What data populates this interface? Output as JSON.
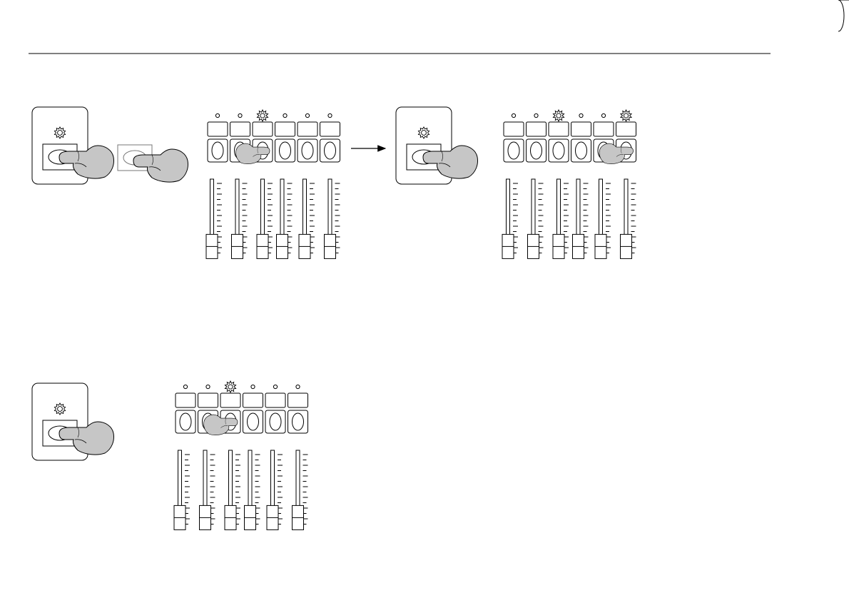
{
  "colors": {
    "line": "#000000",
    "finger": "#c6c6c6",
    "page": "#ffffff"
  },
  "icons": {
    "master_led": "led-sun-icon",
    "lit_led": "led-lit-star-icon",
    "off_led": "led-off-icon",
    "hand": "pointing-hand-icon",
    "arrow": "right-arrow-icon"
  },
  "steps": [
    {
      "id": "step-1",
      "master_led_lit": true,
      "master_pressed": true,
      "extra_hand_button": true,
      "channels": 6,
      "lit_channels": [
        3
      ],
      "pressed_channel": 3,
      "fader_levels": [
        0.1,
        0.1,
        0.1,
        0.1,
        0.1,
        0.1
      ]
    },
    {
      "id": "step-2",
      "master_led_lit": true,
      "master_pressed": true,
      "extra_hand_button": false,
      "channels": 6,
      "lit_channels": [
        3,
        6
      ],
      "pressed_channel": 6,
      "fader_levels": [
        0.1,
        0.1,
        0.1,
        0.1,
        0.1,
        0.1
      ]
    },
    {
      "id": "step-3",
      "master_led_lit": true,
      "master_pressed": true,
      "extra_hand_button": false,
      "channels": 6,
      "lit_channels": [
        3
      ],
      "pressed_channel": 3,
      "fader_levels": [
        0.1,
        0.1,
        0.1,
        0.1,
        0.1,
        0.1
      ]
    }
  ]
}
